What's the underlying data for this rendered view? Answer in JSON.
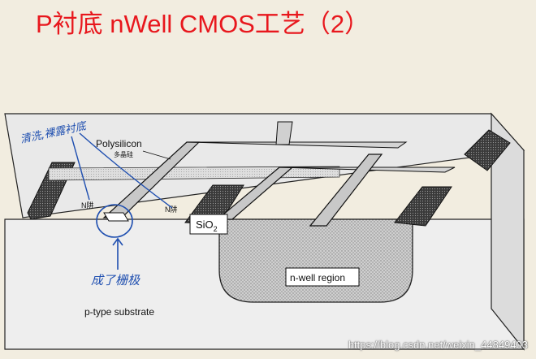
{
  "slide": {
    "title": "P衬底 nWell  CMOS工艺（2）"
  },
  "diagram": {
    "labels": {
      "polysilicon": "Polysilicon",
      "polysilicon_cn": "多晶硅",
      "n_well_left": "N阱",
      "n_well_right": "N阱",
      "sio2_main": "SiO",
      "sio2_sub": "2",
      "n_well_region": "n-well region",
      "substrate": "p-type substrate"
    },
    "annotations": {
      "top_note": "清洗,裸露衬底",
      "bottom_note": "成了栅极"
    },
    "colors": {
      "annotation": "#1f4fb0",
      "background": "#f2ede0",
      "title": "#e8171d"
    }
  },
  "footer": {
    "watermark": "https://blog.csdn.net/weixin_44849403"
  }
}
